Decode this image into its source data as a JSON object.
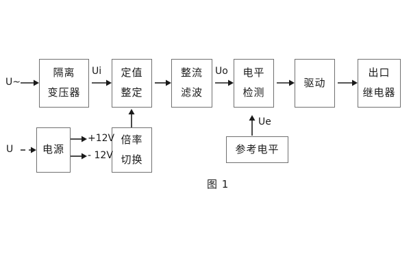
{
  "figure": {
    "caption": "图 1",
    "background": "#ffffff",
    "line_color": "#1a1a1a",
    "box_border_color": "#6f6f6f",
    "text_color": "#1a1a1a"
  },
  "blocks": [
    {
      "id": "isolation-transformer",
      "lines": [
        "隔离",
        "变压器"
      ]
    },
    {
      "id": "setting-value",
      "lines": [
        "定值",
        "整定"
      ]
    },
    {
      "id": "rectify-filter",
      "lines": [
        "整流",
        "滤波"
      ]
    },
    {
      "id": "level-detection",
      "lines": [
        "电平",
        "检测"
      ]
    },
    {
      "id": "drive",
      "lines": [
        "驱动"
      ]
    },
    {
      "id": "output-relay",
      "lines": [
        "出口",
        "继电器"
      ]
    },
    {
      "id": "power-supply",
      "lines": [
        "电源"
      ]
    },
    {
      "id": "multiplier-switch",
      "lines": [
        "倍率",
        "切换"
      ]
    },
    {
      "id": "reference-level",
      "lines": [
        "参考电平"
      ]
    }
  ],
  "signals": {
    "input_ac": "U~",
    "input_dc": "U",
    "ui": "Ui",
    "uo": "Uo",
    "ue": "Ue",
    "supply_positive": "+12V",
    "supply_negative": "- 12V"
  }
}
